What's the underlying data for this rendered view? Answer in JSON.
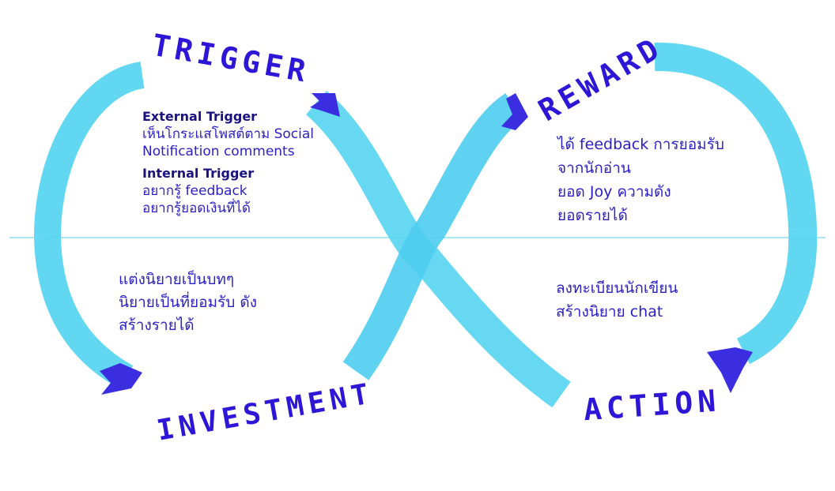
{
  "stages": {
    "trigger": {
      "title": "TRIGGER",
      "external_heading": "External Trigger",
      "external_lines": [
        "เห็นโกระแสโพสต์ตาม Social",
        "Notification comments"
      ],
      "internal_heading": "Internal Trigger",
      "internal_lines": [
        "อยากรู้ feedback",
        "อยากรู้ยอดเงินที่ได้"
      ]
    },
    "reward": {
      "title": "REWARD",
      "lines": [
        "ได้ feedback การยอมรับ",
        "จากนักอ่าน",
        "ยอด Joy ความดัง",
        "ยอดรายได้"
      ]
    },
    "investment": {
      "title": "INVESTMENT",
      "lines": [
        "แต่งนิยายเป็นบทๆ",
        "นิยายเป็นที่ยอมรับ ดัง",
        "สร้างรายได้"
      ]
    },
    "action": {
      "title": "ACTION",
      "lines": [
        "ลงทะเบียนนักเขียน",
        "สร้างนิยาย chat"
      ]
    }
  },
  "colors": {
    "loop": "#4fd3f0",
    "loop_dark": "#2fc3e8",
    "arrow": "#3b2ee0",
    "text": "#2a1fc4",
    "divider": "#7fdcef"
  }
}
